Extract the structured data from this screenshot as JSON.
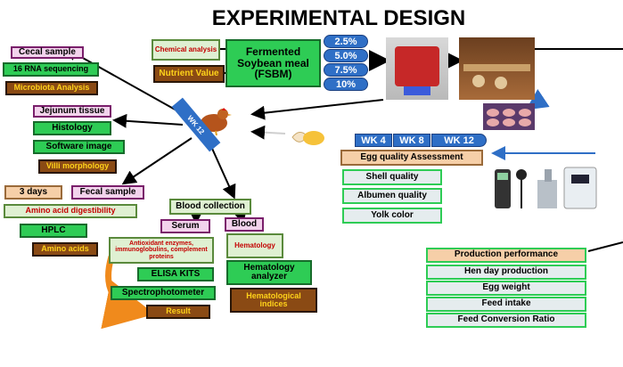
{
  "title": "EXPERIMENTAL DESIGN",
  "center": {
    "main": "Fermented Soybean meal (FSBM)",
    "chemical": "Chemical analysis",
    "nutrient": "Nutrient Value",
    "levels": [
      "2.5%",
      "5.0%",
      "7.5%",
      "10%"
    ]
  },
  "chicken_label": "WK 12",
  "weeks": [
    "WK 4",
    "WK 8",
    "WK 12"
  ],
  "egg": {
    "header": "Egg quality Assessment",
    "items": [
      "Shell quality",
      "Albumen quality",
      "Yolk color"
    ]
  },
  "cecal": {
    "sample": "Cecal sample",
    "seq": "16 RNA sequencing",
    "result": "Microbiota Analysis"
  },
  "jejunum": {
    "tissue": "Jejunum tissue",
    "histology": "Histology",
    "software": "Software image",
    "result": "Villi morphology"
  },
  "fecal": {
    "days": "3 days",
    "sample": "Fecal sample",
    "digest": "Amino acid digestibility",
    "hplc": "HPLC",
    "result": "Amino acids"
  },
  "blood": {
    "collection": "Blood collection",
    "serum": "Serum",
    "blood": "Blood",
    "serum_items": "Antioxidant enzymes, immunoglobulins, complement proteins",
    "elisa": "ELISA KITS",
    "spectro": "Spectrophotometer",
    "result": "Result",
    "hematology": "Hematology",
    "analyzer": "Hematology analyzer",
    "indices": "Hematological indices"
  },
  "production": {
    "header": "Production performance",
    "items": [
      "Hen day production",
      "Egg weight",
      "Feed intake",
      "Feed Conversion Ratio"
    ]
  }
}
